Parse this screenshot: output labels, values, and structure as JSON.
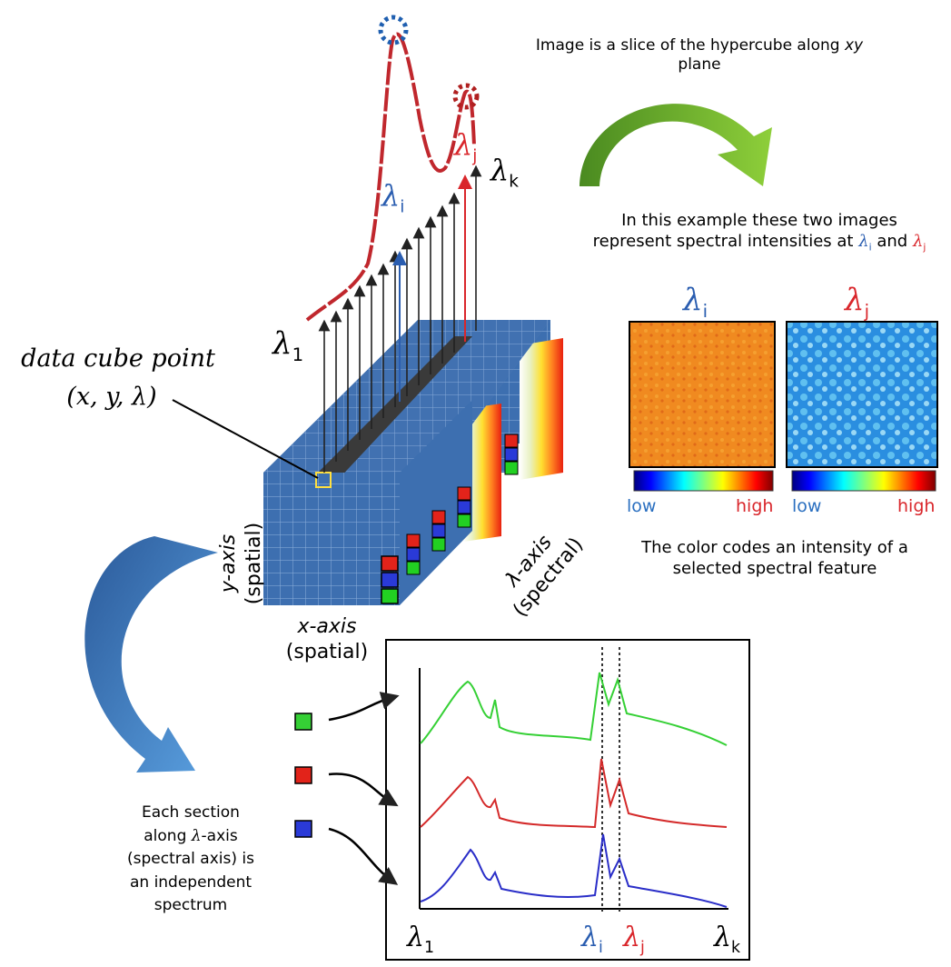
{
  "labels": {
    "data_cube_point": "data cube point",
    "data_cube_coords": "(x, y, λ)",
    "y_axis": "y-axis",
    "y_axis_sub": "(spatial)",
    "x_axis": "x-axis",
    "x_axis_sub": "(spatial)",
    "lambda_axis": "λ-axis",
    "lambda_axis_sub": "(spectral)",
    "lambda_sym": "λ",
    "sub_1": "1",
    "sub_i": "i",
    "sub_j": "j",
    "sub_k": "k"
  },
  "captions": {
    "slice_line1": "Image is a slice of the hypercube along ",
    "slice_xy": "xy",
    "slice_line2": "plane",
    "example_line1": "In this example these two images",
    "example_line2": "represent spectral intensities at ",
    "example_and": " and ",
    "color_line1": "The color codes an intensity of a",
    "color_line2": "selected spectral feature",
    "section_line1": "Each section",
    "section_line2_pre": "along ",
    "section_line2_post": "-axis",
    "section_line3": "(spectral axis) is",
    "section_line4": "an independent",
    "section_line5": "spectrum"
  },
  "colorbars": [
    {
      "low": "low",
      "high": "high"
    },
    {
      "low": "low",
      "high": "high"
    }
  ],
  "colors": {
    "cube_blue": "#3d6fb0",
    "spectrum_red": "#c0272d",
    "lambda_i_blue": "#2a5db0",
    "lambda_j_red": "#d9262b",
    "arrow_green": "#5a9e2a",
    "arrow_blue": "#3b7cc4",
    "chart_green": "#35d035",
    "chart_red": "#d42a2a",
    "chart_blue": "#2a2ec8"
  },
  "icons": [
    "curved-green-arrow",
    "curved-blue-arrow",
    "red-square-marker",
    "green-square-marker",
    "blue-square-marker"
  ]
}
